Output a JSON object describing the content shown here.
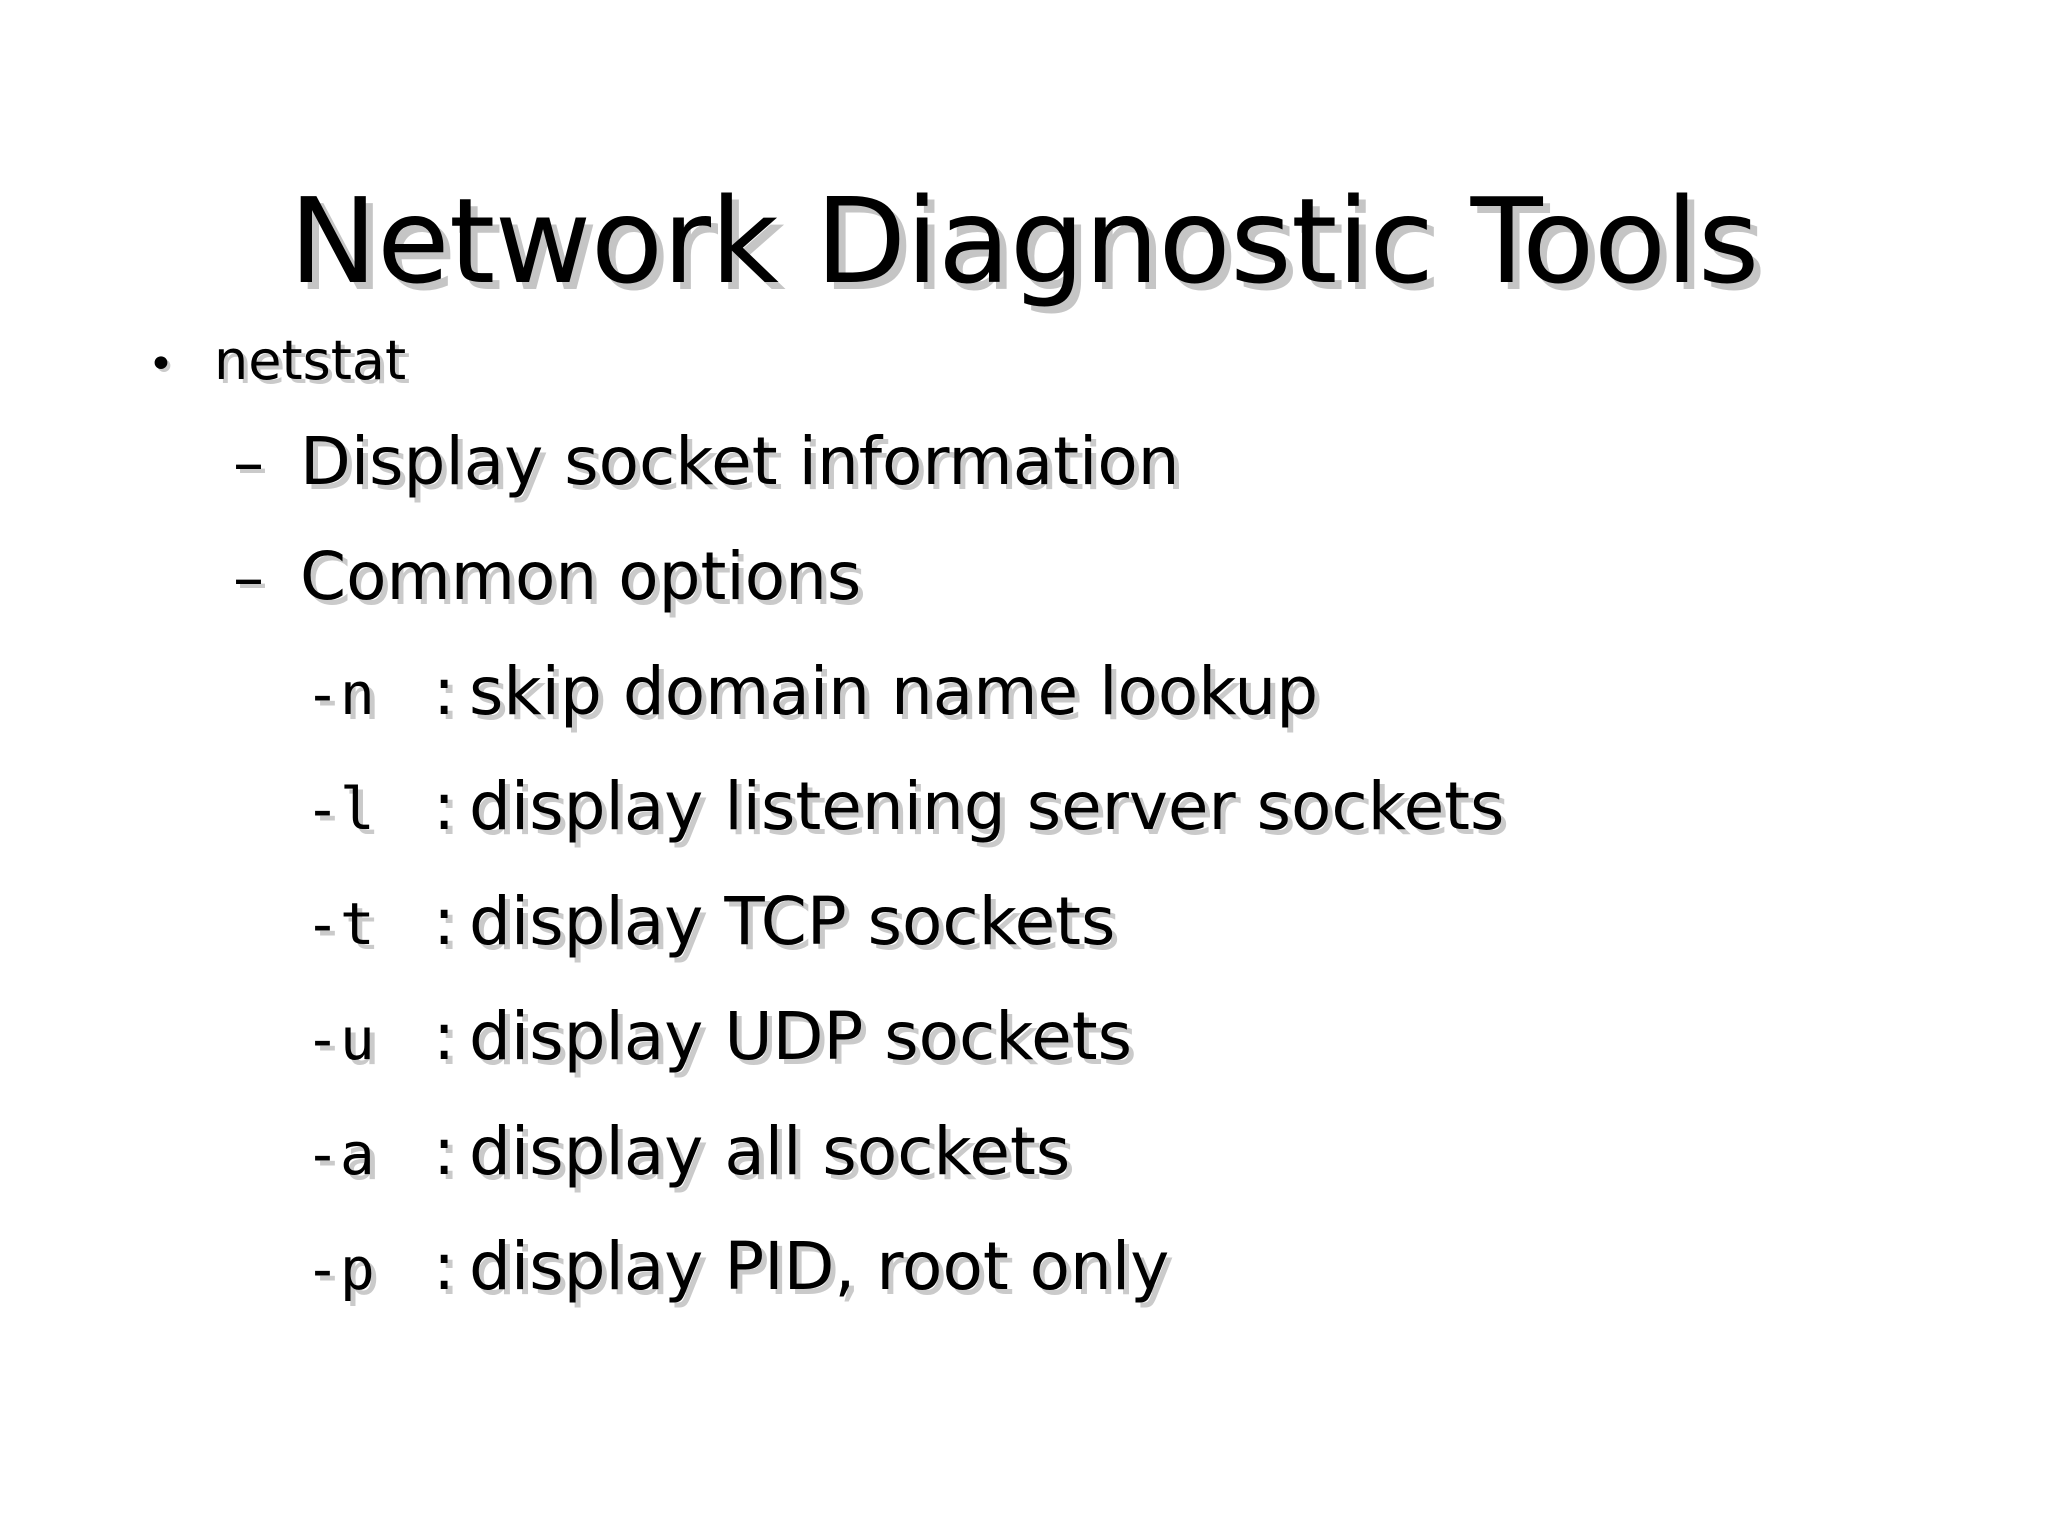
{
  "slide": {
    "title": "Network Diagnostic Tools",
    "background_color": "#ffffff",
    "text_color": "#000000",
    "shadow_color": "#969696"
  },
  "content": {
    "level1": {
      "marker": "•",
      "marker_icon_name": "disc-bullet-icon",
      "text": "netstat"
    },
    "level2": [
      {
        "marker": "–",
        "marker_icon_name": "en-dash-bullet-icon",
        "text": "Display socket information"
      },
      {
        "marker": "–",
        "marker_icon_name": "en-dash-bullet-icon",
        "text": "Common options"
      }
    ],
    "options": [
      {
        "flag": "-n",
        "separator": ":",
        "description": "skip domain name lookup"
      },
      {
        "flag": "-l",
        "separator": ":",
        "description": "display listening server sockets"
      },
      {
        "flag": "-t",
        "separator": ":",
        "description": "display TCP sockets"
      },
      {
        "flag": "-u",
        "separator": ":",
        "description": "display UDP sockets"
      },
      {
        "flag": "-a",
        "separator": ":",
        "description": "display all sockets"
      },
      {
        "flag": "-p",
        "separator": ":",
        "description": "display PID, root only"
      }
    ]
  }
}
